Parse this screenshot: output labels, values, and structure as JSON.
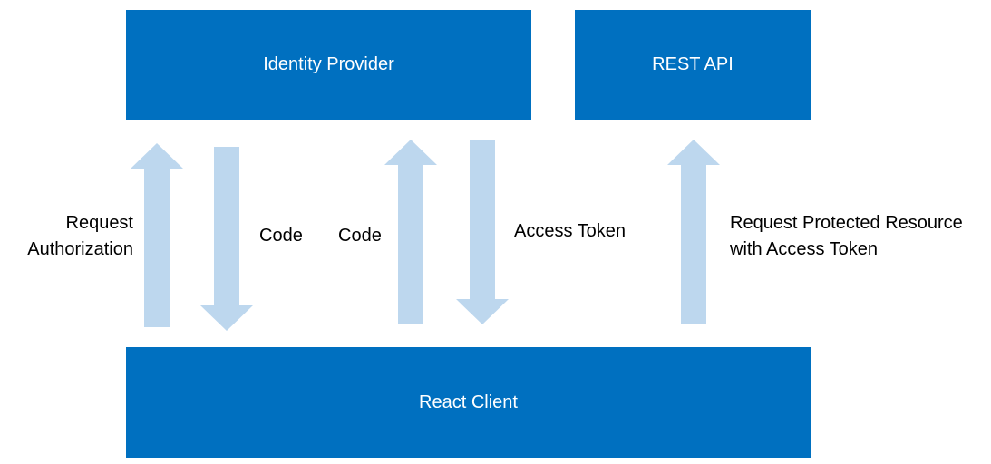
{
  "colors": {
    "box_fill": "#0070C0",
    "arrow_fill": "#BDD7EE",
    "box_text": "#FFFFFF",
    "label_text": "#000000"
  },
  "boxes": {
    "identity_provider": "Identity Provider",
    "rest_api": "REST API",
    "react_client": "React Client"
  },
  "arrows": [
    {
      "direction": "up",
      "label_lines": [
        "Request",
        "Authorization"
      ]
    },
    {
      "direction": "down",
      "label_lines": [
        "Code"
      ]
    },
    {
      "direction": "up",
      "label_lines": [
        "Code"
      ]
    },
    {
      "direction": "down",
      "label_lines": [
        "Access Token"
      ]
    },
    {
      "direction": "up",
      "label_lines": [
        "Request Protected Resource",
        "with Access Token"
      ]
    }
  ]
}
